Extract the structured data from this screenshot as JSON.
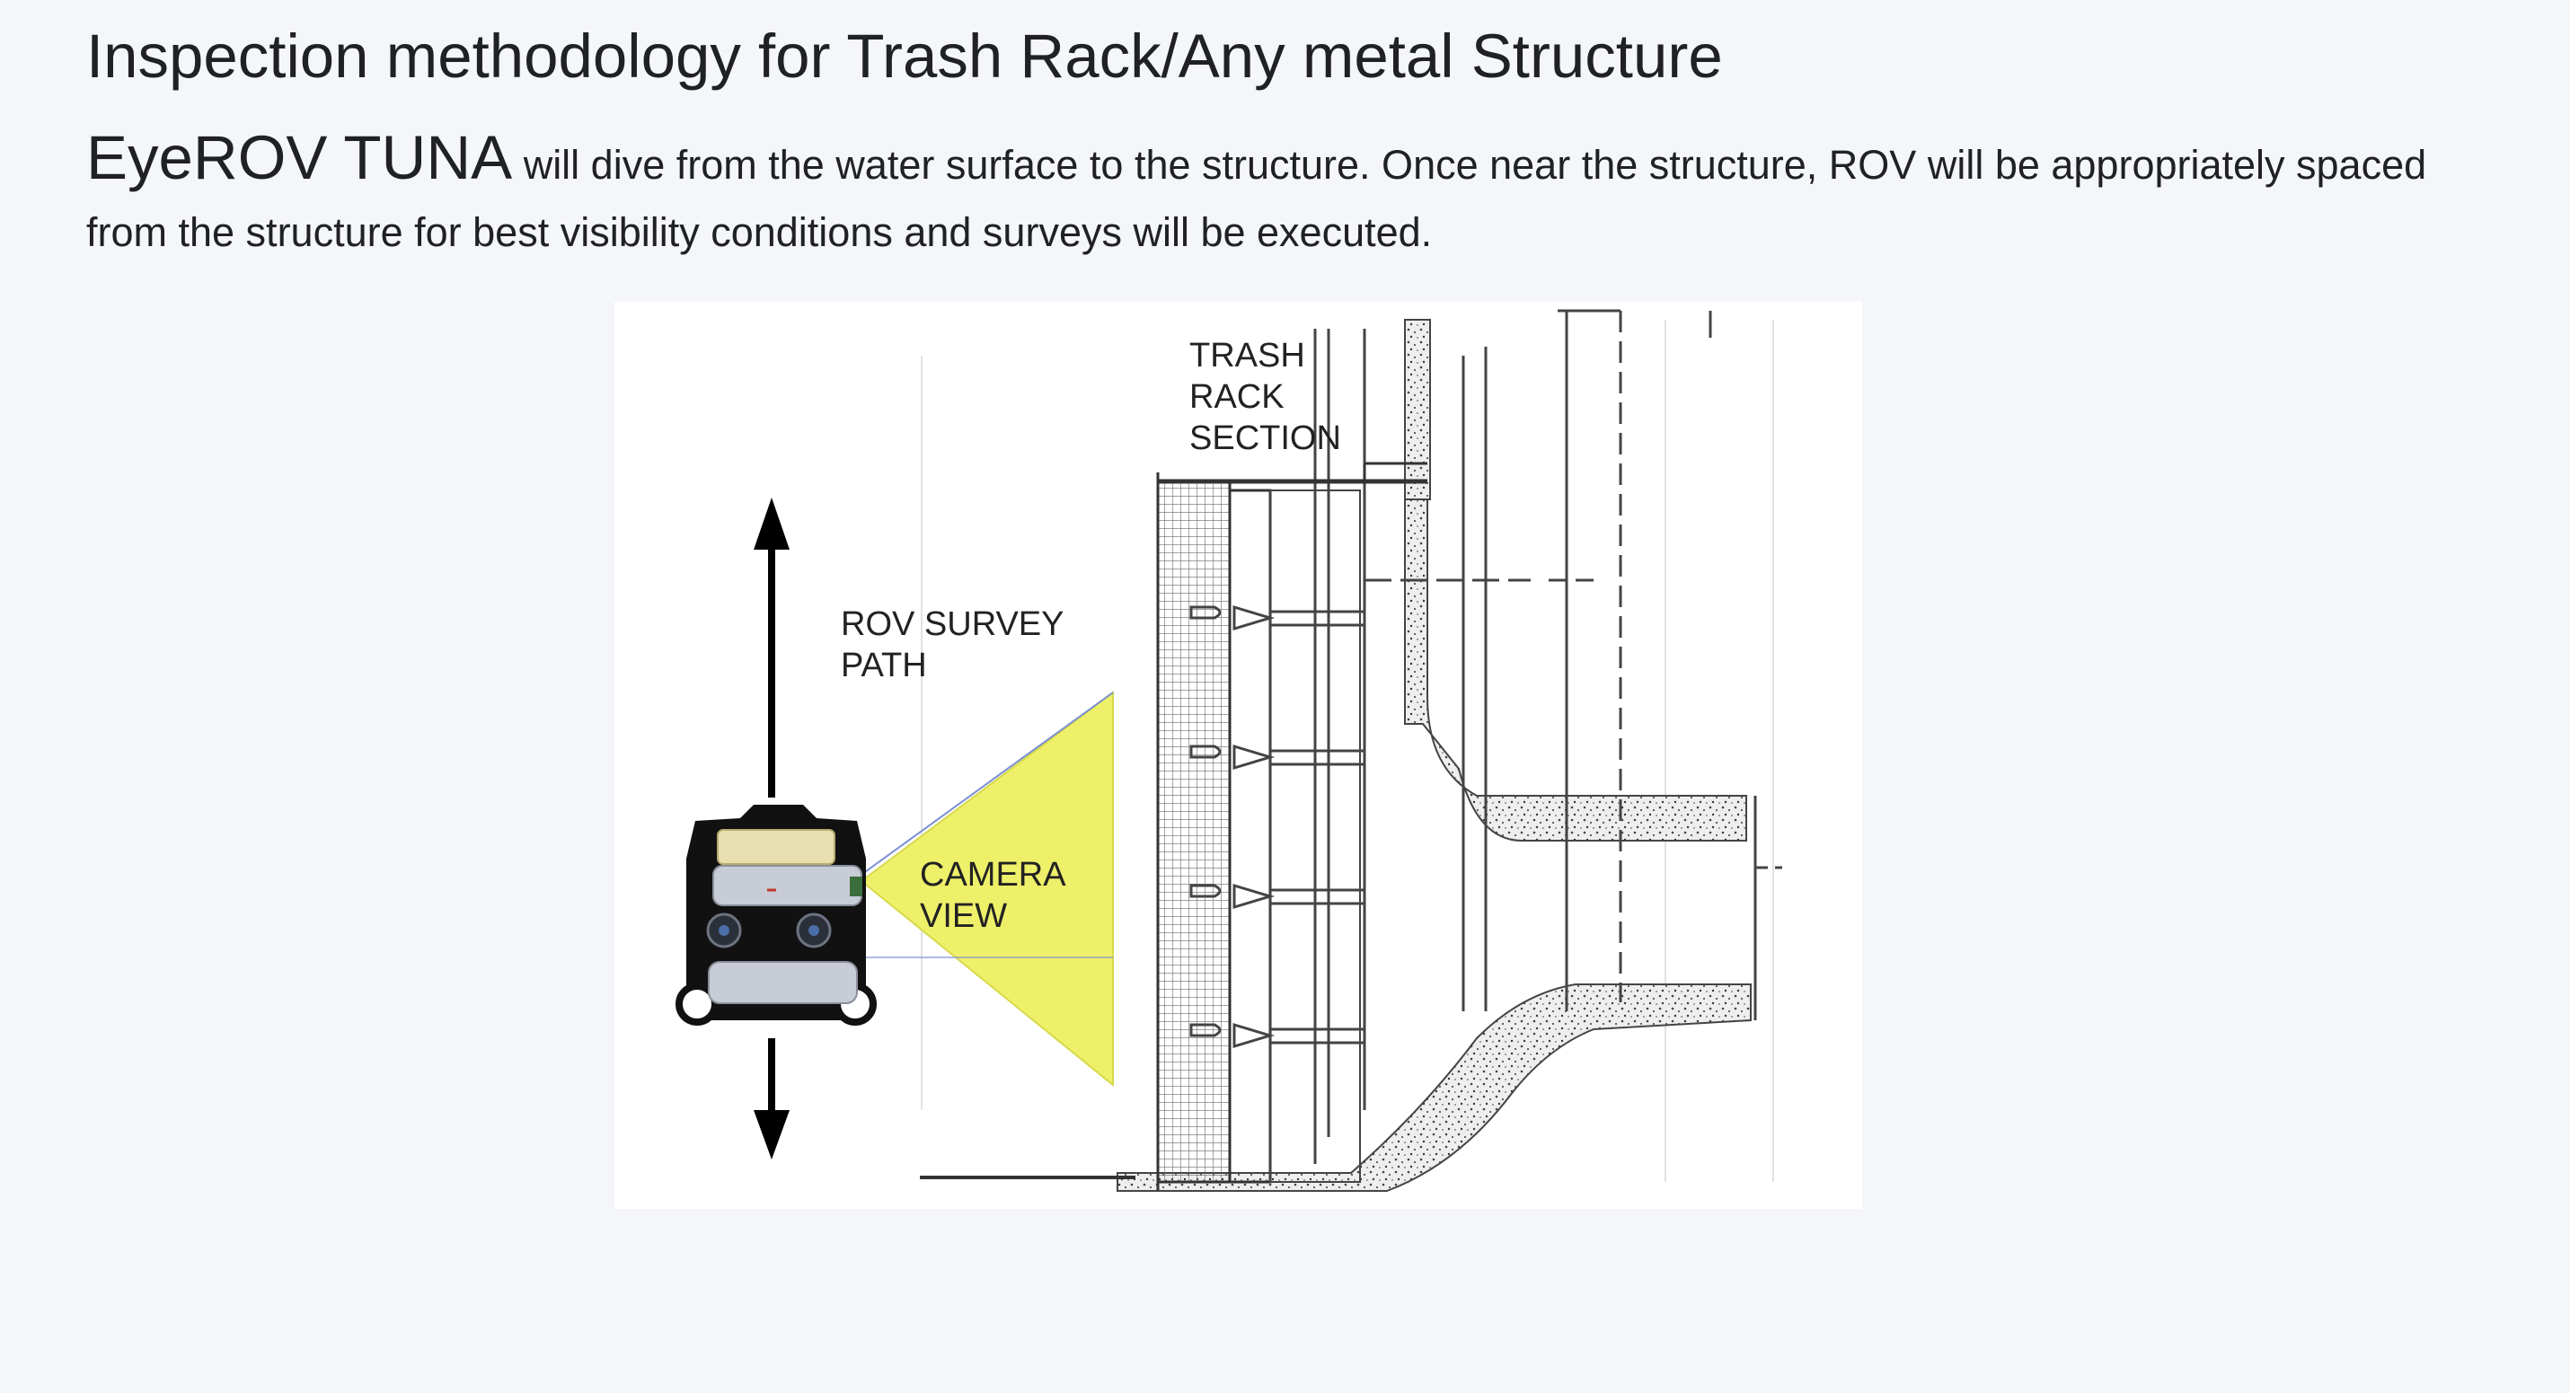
{
  "page": {
    "heading": "Inspection methodology for Trash Rack/Any metal Structure",
    "intro": {
      "product_name": "EyeROV TUNA",
      "description": " will dive from the water surface to the structure. Once near the structure, ROV will be appropriately spaced from the structure for best visibility conditions and surveys will be executed."
    }
  },
  "figure": {
    "labels": {
      "trash_rack_line1": "TRASH",
      "trash_rack_line2": "RACK",
      "trash_rack_line3": "SECTION",
      "survey_path_line1": "ROV SURVEY",
      "survey_path_line2": "PATH",
      "camera_view_line1": "CAMERA",
      "camera_view_line2": "VIEW"
    },
    "colors": {
      "camera_cone": "#eef06a",
      "rov_body": "#111111",
      "drawing_lines": "#555555"
    }
  }
}
